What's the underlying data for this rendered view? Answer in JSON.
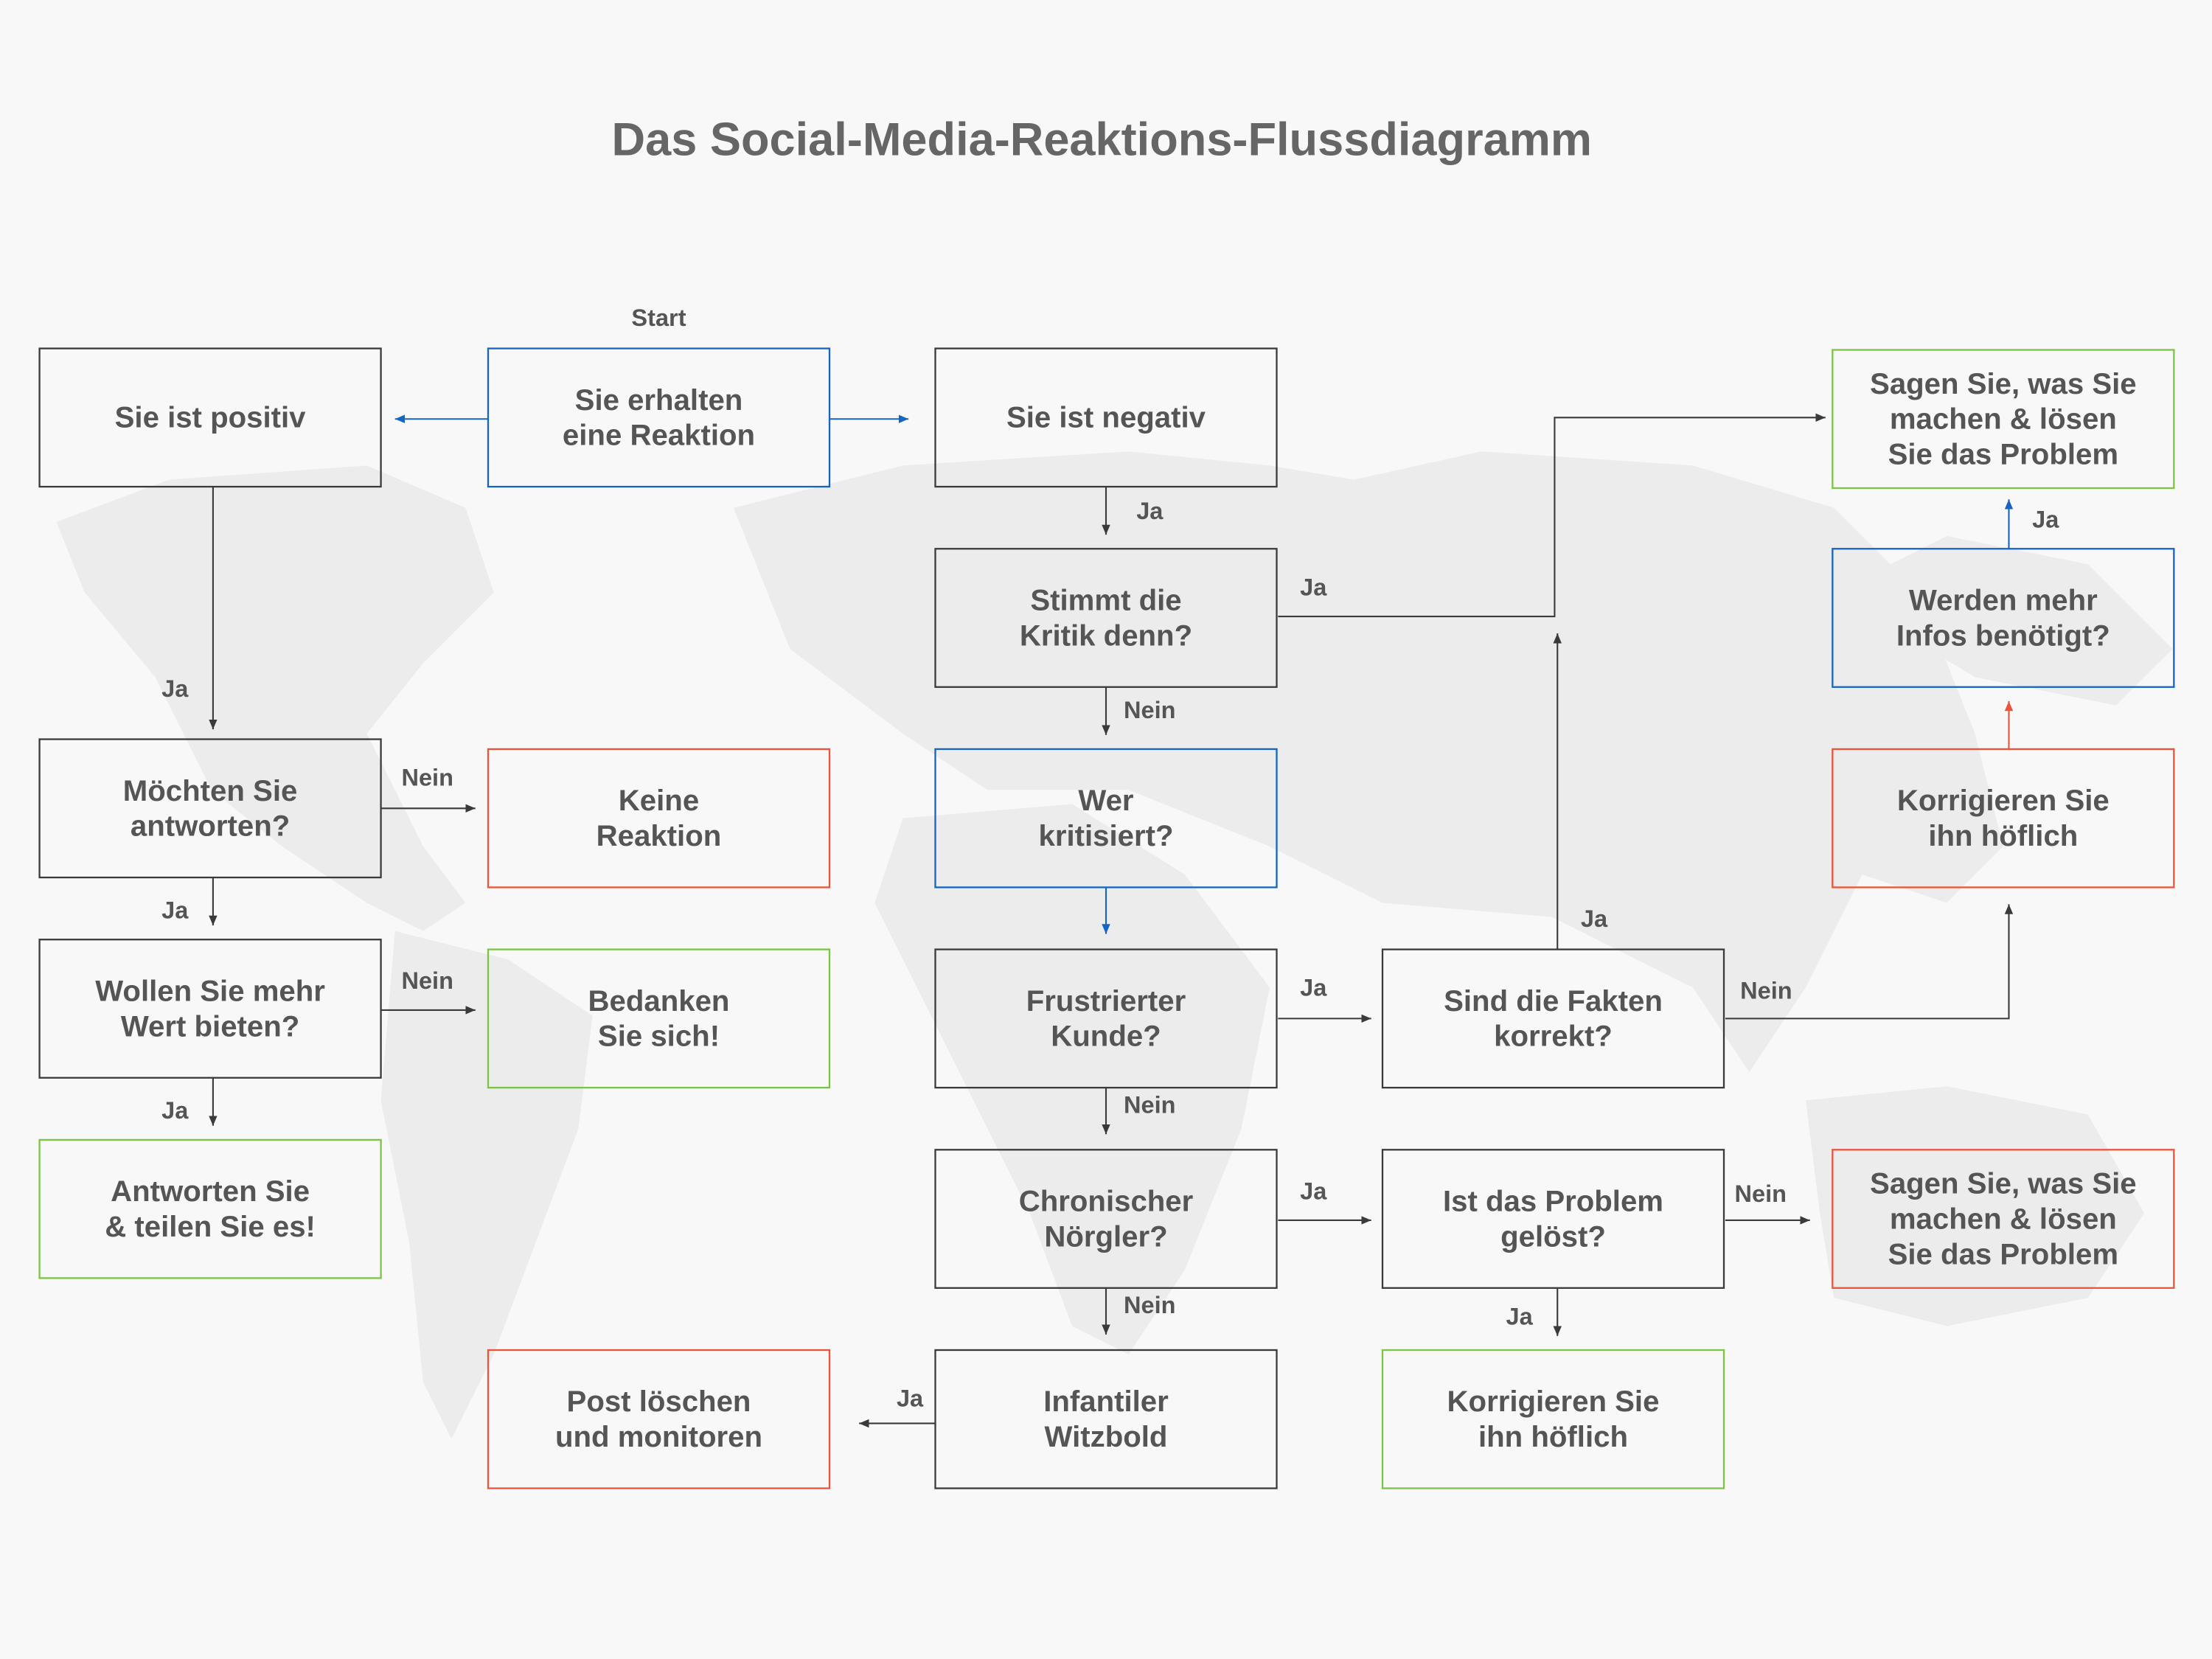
{
  "title": "Das Social-Media-Reaktions-Flussdiagramm",
  "start_label": "Start",
  "colors": {
    "decision": "#3a3a3a",
    "start": "#1565c0",
    "info": "#1565c0",
    "negative": "#e8553a",
    "positive": "#7cc444",
    "text": "#555555"
  },
  "boxes": [
    {
      "id": "positiv",
      "type": "decision",
      "lines": [
        "Sie ist positiv"
      ]
    },
    {
      "id": "start",
      "type": "start",
      "lines": [
        "Sie erhalten",
        "eine  Reaktion"
      ]
    },
    {
      "id": "negativ",
      "type": "decision",
      "lines": [
        "Sie ist negativ"
      ]
    },
    {
      "id": "sagen1",
      "type": "positive",
      "lines": [
        "Sagen Sie, was Sie",
        "machen & lösen",
        "Sie das Problem"
      ]
    },
    {
      "id": "stimmt",
      "type": "decision",
      "lines": [
        "Stimmt die",
        "Kritik denn?"
      ]
    },
    {
      "id": "werden",
      "type": "info",
      "lines": [
        "Werden mehr",
        "Infos benötigt?"
      ]
    },
    {
      "id": "moechten",
      "type": "decision",
      "lines": [
        "Möchten Sie",
        "antworten?"
      ]
    },
    {
      "id": "keine",
      "type": "negative",
      "lines": [
        "Keine",
        "Reaktion"
      ]
    },
    {
      "id": "wer",
      "type": "info",
      "lines": [
        "Wer",
        "kritisiert?"
      ]
    },
    {
      "id": "korrigieren1",
      "type": "negative",
      "lines": [
        "Korrigieren Sie",
        "ihn höflich"
      ]
    },
    {
      "id": "wollen",
      "type": "decision",
      "lines": [
        "Wollen Sie mehr",
        "Wert bieten?"
      ]
    },
    {
      "id": "bedanken",
      "type": "positive",
      "lines": [
        "Bedanken",
        "Sie sich!"
      ]
    },
    {
      "id": "frustriert",
      "type": "decision",
      "lines": [
        "Frustrierter",
        "Kunde?"
      ]
    },
    {
      "id": "fakten",
      "type": "decision",
      "lines": [
        "Sind die Fakten",
        "korrekt?"
      ]
    },
    {
      "id": "antworten",
      "type": "positive",
      "lines": [
        "Antworten Sie",
        "& teilen Sie es!"
      ]
    },
    {
      "id": "chronisch",
      "type": "decision",
      "lines": [
        "Chronischer",
        "Nörgler?"
      ]
    },
    {
      "id": "problem",
      "type": "decision",
      "lines": [
        "Ist das Problem",
        "gelöst?"
      ]
    },
    {
      "id": "sagen2",
      "type": "negative",
      "lines": [
        "Sagen Sie, was Sie",
        "machen & lösen",
        "Sie das Problem"
      ]
    },
    {
      "id": "post",
      "type": "negative",
      "lines": [
        "Post löschen",
        "und monitoren"
      ]
    },
    {
      "id": "infantil",
      "type": "decision",
      "lines": [
        "Infantiler",
        "Witzbold"
      ]
    },
    {
      "id": "korrigieren2",
      "type": "positive",
      "lines": [
        "Korrigieren Sie",
        "ihn höflich"
      ]
    }
  ],
  "edges": [
    {
      "from": "start",
      "to": "positiv",
      "label": ""
    },
    {
      "from": "start",
      "to": "negativ",
      "label": ""
    },
    {
      "from": "positiv",
      "to": "moechten",
      "label": "Ja"
    },
    {
      "from": "negativ",
      "to": "stimmt",
      "label": "Ja"
    },
    {
      "from": "stimmt",
      "to": "sagen1",
      "label": "Ja"
    },
    {
      "from": "stimmt",
      "to": "wer",
      "label": "Nein"
    },
    {
      "from": "wer",
      "to": "frustriert",
      "label": ""
    },
    {
      "from": "frustriert",
      "to": "fakten",
      "label": "Ja"
    },
    {
      "from": "frustriert",
      "to": "chronisch",
      "label": "Nein"
    },
    {
      "from": "fakten",
      "to": "sagen1",
      "label": "Ja"
    },
    {
      "from": "fakten",
      "to": "korrigieren1",
      "label": "Nein"
    },
    {
      "from": "korrigieren1",
      "to": "werden",
      "label": ""
    },
    {
      "from": "werden",
      "to": "sagen1",
      "label": "Ja"
    },
    {
      "from": "moechten",
      "to": "keine",
      "label": "Nein"
    },
    {
      "from": "moechten",
      "to": "wollen",
      "label": "Ja"
    },
    {
      "from": "wollen",
      "to": "bedanken",
      "label": "Nein"
    },
    {
      "from": "wollen",
      "to": "antworten",
      "label": "Ja"
    },
    {
      "from": "chronisch",
      "to": "problem",
      "label": "Ja"
    },
    {
      "from": "chronisch",
      "to": "infantil",
      "label": "Nein"
    },
    {
      "from": "problem",
      "to": "sagen2",
      "label": "Nein"
    },
    {
      "from": "problem",
      "to": "korrigieren2",
      "label": "Ja"
    },
    {
      "from": "infantil",
      "to": "post",
      "label": "Ja"
    }
  ]
}
